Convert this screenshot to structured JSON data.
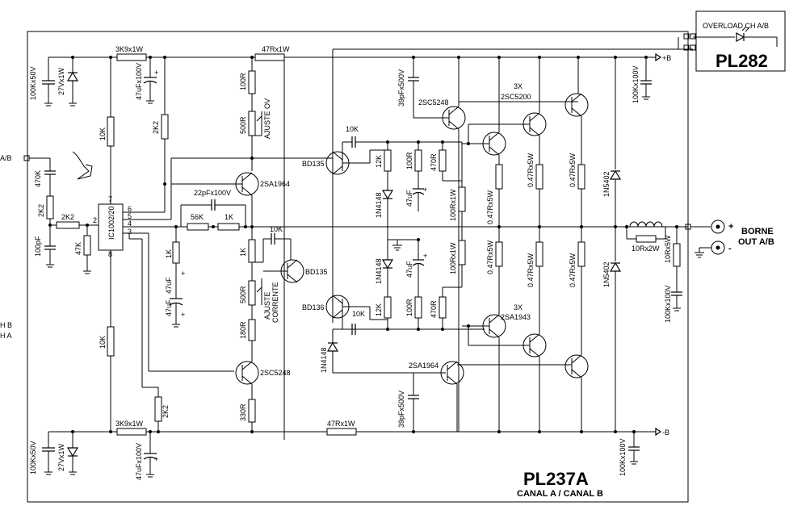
{
  "board": {
    "title": "PL237A",
    "subtitle": "CANAL A / CANAL B"
  },
  "module": {
    "title": "PL282",
    "label": "OVERLOAD CH A/B"
  },
  "rails": {
    "pos": "+B",
    "neg": "-B"
  },
  "io": {
    "input": "A/B",
    "output_title": "BORNE",
    "output_sub": "OUT A/B",
    "out_pos": "+",
    "out_neg": "-",
    "left_edge_1": "H B",
    "left_edge_2": "H A"
  },
  "ic": {
    "name": "IC1002/20",
    "pins": [
      "7",
      "6",
      "5",
      "4",
      "3",
      "2",
      "8"
    ]
  },
  "labels": {
    "r_3k9_top": "3K9x1W",
    "r_3k9_bot": "3K9x1W",
    "r_47r_top": "47Rx1W",
    "r_47r_bot": "47Rx1W",
    "c_100k50_top": "100Kx50V",
    "z_27v_top": "27Vx1W",
    "c_100k50_bot": "100Kx50V",
    "z_27v_bot": "27Vx1W",
    "c_47u100_top": "47uFx100V",
    "c_47u100_bot": "47uFx100V",
    "r_10k_a": "10K",
    "r_10k_b": "10K",
    "r_2k2_a": "2K2",
    "r_2k2_b": "2K2",
    "r_2k2_c": "2K2",
    "r_2k2_d": "2K2",
    "r_470k": "470K",
    "r_47k": "47K",
    "c_100pf": "100pF",
    "r_100r": "100R",
    "r_500r_ov": "500R",
    "ajuste_ov": "AJUSTE OV",
    "q_2sa1964_a": "2SA1964",
    "q_2sa1964_b": "2SA1964",
    "c_22pf": "22pFx100V",
    "r_56k": "56K",
    "r_1k_a": "1K",
    "r_1k_b": "1K",
    "r_1k_c": "1K",
    "c_10k_a": "10K",
    "c_10k_b": "10K",
    "c_10k_c": "10K",
    "q_bd135_a": "BD135",
    "q_bd135_b": "BD135",
    "q_bd136": "BD136",
    "r_500r_corr": "500R",
    "ajuste_corr_1": "AJUSTE",
    "ajuste_corr_2": "CORRENTE",
    "r_180r": "180R",
    "r_330r": "330R",
    "q_2sc5248_a": "2SC5248",
    "q_2sc5248_b": "2SC5248",
    "c_47uf_a": "47uF",
    "c_47uf_b": "47uF",
    "c_47uf_c": "47uF",
    "c_47uf_d": "47uF",
    "c_39pf_a": "39pFx500V",
    "c_39pf_b": "39pFx500V",
    "r_12k_a": "12K",
    "r_12k_b": "12K",
    "r_100r_a": "100R",
    "r_100r_b": "100R",
    "r_470r_a": "470R",
    "r_470r_b": "470R",
    "d_1n4148_a": "1N4148",
    "d_1n4148_b": "1N4148",
    "d_1n4148_c": "1N4148",
    "r_100rx1w_a": "100Rx1W",
    "r_100rx1w_b": "100Rx1W",
    "q_3x_a": "3X",
    "q_2sc5200": "2SC5200",
    "q_3x_b": "3X",
    "q_2sa1943": "2SA1943",
    "r_047_a": "0.47Rx5W",
    "r_047_b": "0.47Rx5W",
    "r_047_c": "0.47Rx5W",
    "r_047_d": "0.47Rx5W",
    "r_047_e": "0.47Rx5W",
    "r_047_f": "0.47Rx5W",
    "d_1n5402_a": "1N5402",
    "d_1n5402_b": "1N5402",
    "c_100k100_a": "100Kx100V",
    "c_100k100_b": "100Kx100V",
    "c_100k100_c": "100Kx100V",
    "l_10r2w": "10Rx2W",
    "r_10r5w": "10Rx5W"
  }
}
